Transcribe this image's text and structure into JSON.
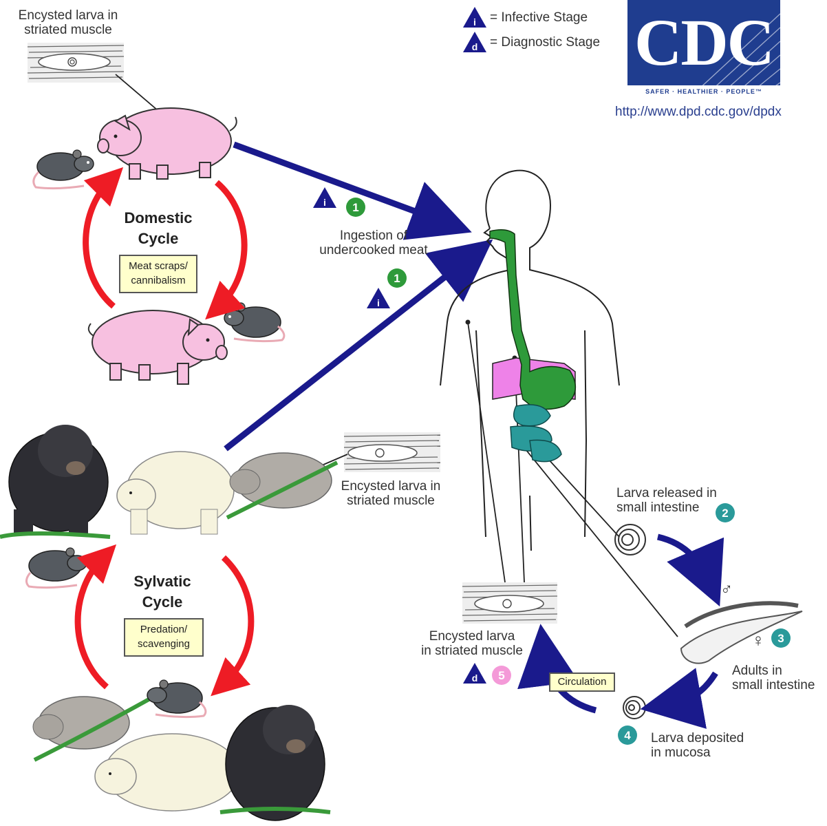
{
  "legend": {
    "infective_symbol": "i",
    "infective_text": "= Infective Stage",
    "diagnostic_symbol": "d",
    "diagnostic_text": "= Diagnostic Stage"
  },
  "logo": {
    "text": "CDC",
    "tagline": "SAFER · HEALTHIER · PEOPLE™",
    "url": "http://www.dpd.cdc.gov/dpdx"
  },
  "labels": {
    "encysted_top": "Encysted larva in\nstriated muscle",
    "encysted_mid": "Encysted larva in\nstriated muscle",
    "encysted_human": "Encysted larva\nin striated muscle",
    "ingestion": "Ingestion of\nundercooked meat",
    "larva_released": "Larva released in\nsmall intestine",
    "adults": "Adults in\nsmall intestine",
    "larva_deposited": "Larva deposited\nin mucosa",
    "male_symbol": "♂",
    "female_symbol": "♀"
  },
  "cycles": {
    "domestic_title": "Domestic\nCycle",
    "domestic_box": "Meat scraps/\ncannibalism",
    "sylvatic_title": "Sylvatic\nCycle",
    "sylvatic_box": "Predation/\nscavenging",
    "circulation_box": "Circulation"
  },
  "stages": {
    "s1": "1",
    "s2": "2",
    "s3": "3",
    "s4": "4",
    "s5": "5"
  },
  "colors": {
    "arrow_blue": "#1a1a8c",
    "cycle_red": "#ee1c25",
    "stage_green": "#2e9a3a",
    "stage_teal": "#2a9a9a",
    "stage_pink": "#f49ad8",
    "pig_pink": "#f7c0e0",
    "logo_blue": "#1f3d8f"
  }
}
